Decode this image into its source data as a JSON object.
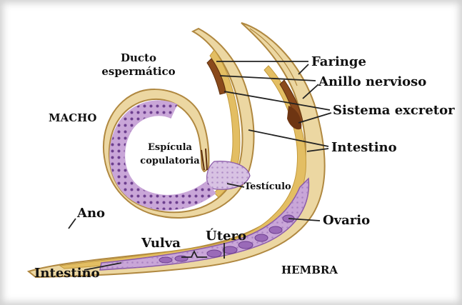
{
  "labels": {
    "faringe": "Faringe",
    "anillo_nervioso": "Anillo nervioso",
    "sistema_excretor": "Sistema excretor",
    "intestino_hembra": "Intestino",
    "testiculo": "Testículo",
    "ovario": "Ovario",
    "hembra": "HEMBRA",
    "utero": "Útero",
    "vulva": "Vulva",
    "intestino_cola": "Intestino",
    "ano": "Ano",
    "macho": "MACHO",
    "ducto_line1": "Ducto",
    "ducto_line2": "espermático",
    "espicula_line1": "Espícula",
    "espicula_line2": "copulatoria"
  },
  "colors": {
    "body_tan": "#ecd7a2",
    "body_outline": "#b08840",
    "intestine_gold": "#e3be63",
    "reproductive_purple": "#c9a6d8",
    "reproductive_dark": "#8a5aa8",
    "pharynx_brown": "#8a4a1c",
    "leader_line": "#222222"
  }
}
